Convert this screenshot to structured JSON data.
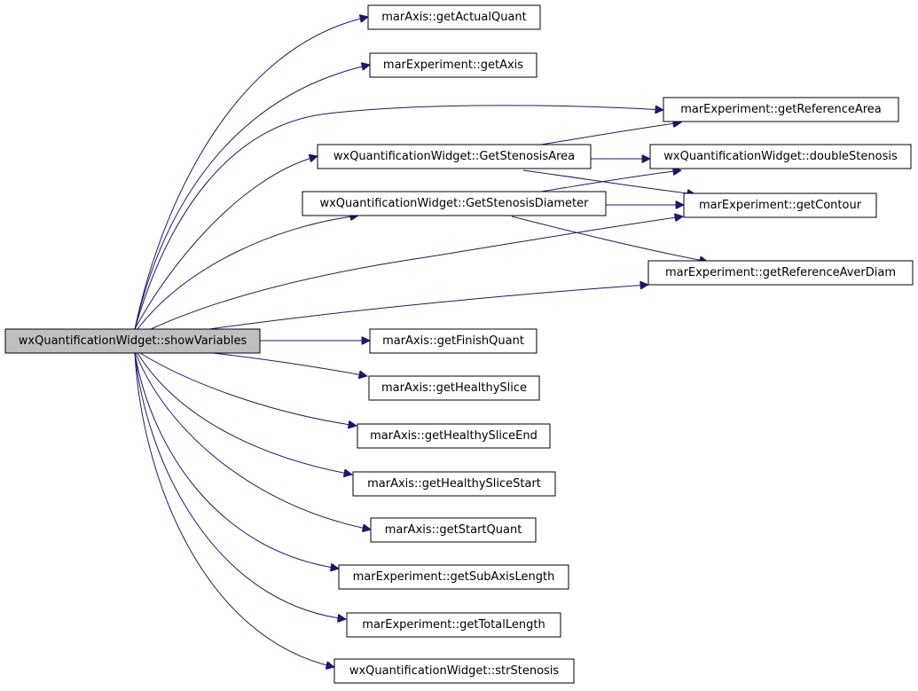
{
  "diagram": {
    "colors": {
      "edge": "#191970",
      "root_fill": "#bfbfbf",
      "node_fill": "#ffffff",
      "border": "#000000"
    },
    "nodes": [
      {
        "id": "root",
        "label": "wxQuantificationWidget::showVariables"
      },
      {
        "id": "n_actual",
        "label": "marAxis::getActualQuant"
      },
      {
        "id": "n_getaxis",
        "label": "marExperiment::getAxis"
      },
      {
        "id": "n_refarea",
        "label": "marExperiment::getReferenceArea"
      },
      {
        "id": "n_stenarea",
        "label": "wxQuantificationWidget::GetStenosisArea"
      },
      {
        "id": "n_double",
        "label": "wxQuantificationWidget::doubleStenosis"
      },
      {
        "id": "n_stendiam",
        "label": "wxQuantificationWidget::GetStenosisDiameter"
      },
      {
        "id": "n_contour",
        "label": "marExperiment::getContour"
      },
      {
        "id": "n_refdiam",
        "label": "marExperiment::getReferenceAverDiam"
      },
      {
        "id": "n_finish",
        "label": "marAxis::getFinishQuant"
      },
      {
        "id": "n_healthy",
        "label": "marAxis::getHealthySlice"
      },
      {
        "id": "n_healthyend",
        "label": "marAxis::getHealthySliceEnd"
      },
      {
        "id": "n_healthyst",
        "label": "marAxis::getHealthySliceStart"
      },
      {
        "id": "n_start",
        "label": "marAxis::getStartQuant"
      },
      {
        "id": "n_subaxis",
        "label": "marExperiment::getSubAxisLength"
      },
      {
        "id": "n_total",
        "label": "marExperiment::getTotalLength"
      },
      {
        "id": "n_strsten",
        "label": "wxQuantificationWidget::strStenosis"
      }
    ],
    "edges": [
      {
        "from": "root",
        "to": "n_actual"
      },
      {
        "from": "root",
        "to": "n_getaxis"
      },
      {
        "from": "root",
        "to": "n_refarea"
      },
      {
        "from": "root",
        "to": "n_stenarea"
      },
      {
        "from": "root",
        "to": "n_stendiam"
      },
      {
        "from": "root",
        "to": "n_contour"
      },
      {
        "from": "root",
        "to": "n_refdiam"
      },
      {
        "from": "root",
        "to": "n_finish"
      },
      {
        "from": "root",
        "to": "n_healthy"
      },
      {
        "from": "root",
        "to": "n_healthyend"
      },
      {
        "from": "root",
        "to": "n_healthyst"
      },
      {
        "from": "root",
        "to": "n_start"
      },
      {
        "from": "root",
        "to": "n_subaxis"
      },
      {
        "from": "root",
        "to": "n_total"
      },
      {
        "from": "root",
        "to": "n_strsten"
      },
      {
        "from": "n_stenarea",
        "to": "n_refarea"
      },
      {
        "from": "n_stenarea",
        "to": "n_double"
      },
      {
        "from": "n_stenarea",
        "to": "n_contour"
      },
      {
        "from": "n_stendiam",
        "to": "n_double"
      },
      {
        "from": "n_stendiam",
        "to": "n_contour"
      },
      {
        "from": "n_stendiam",
        "to": "n_refdiam"
      }
    ]
  }
}
